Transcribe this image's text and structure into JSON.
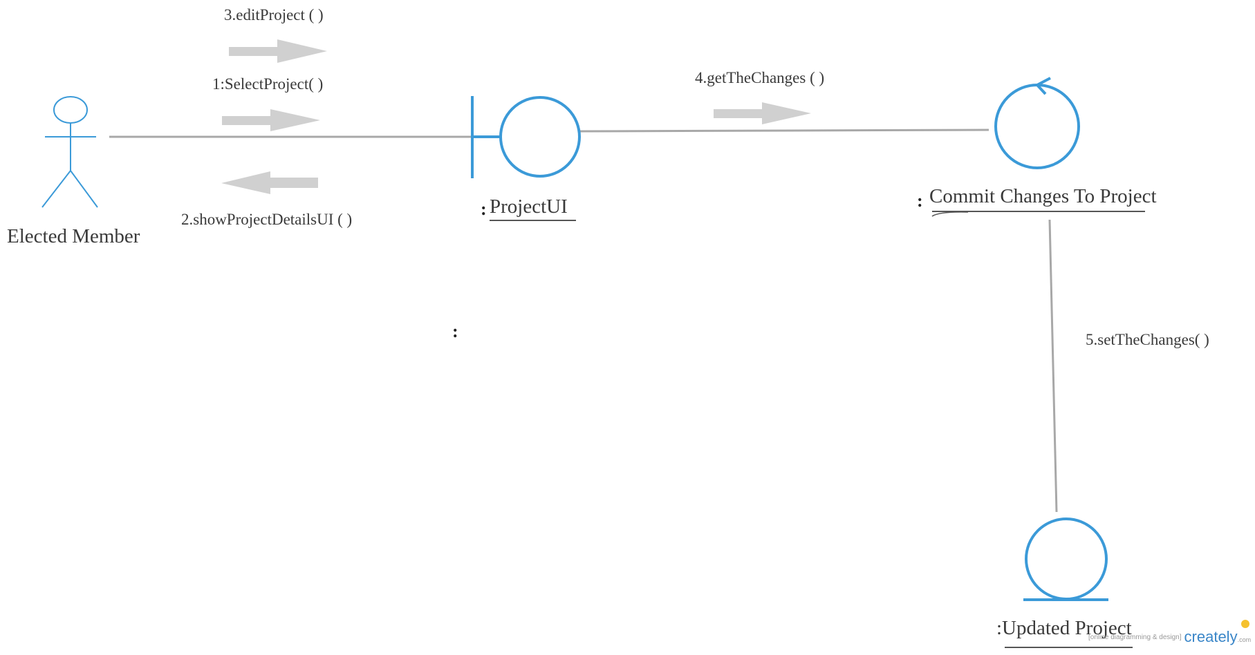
{
  "actor": {
    "label": "Elected Member"
  },
  "objects": {
    "boundary": {
      "prefix": ":",
      "name": "ProjectUI"
    },
    "control": {
      "prefix": ":",
      "name": "Commit Changes To Project"
    },
    "entity": {
      "name": ":Updated Project"
    }
  },
  "messages": {
    "m1": "1:SelectProject( )",
    "m2": "2.showProjectDetailsUI ( )",
    "m3": "3.editProject ( )",
    "m4": "4.getTheChanges ( )",
    "m5": "5.setTheChanges( )"
  },
  "stray_colon": ":",
  "watermark": {
    "tagline": "[online diagramming & design]",
    "brand": "creately",
    "suffix": ".com"
  },
  "colors": {
    "shape_blue": "#3b9ad8",
    "link_gray": "#a8a8a8",
    "arrow_gray": "#d0d0d0"
  }
}
